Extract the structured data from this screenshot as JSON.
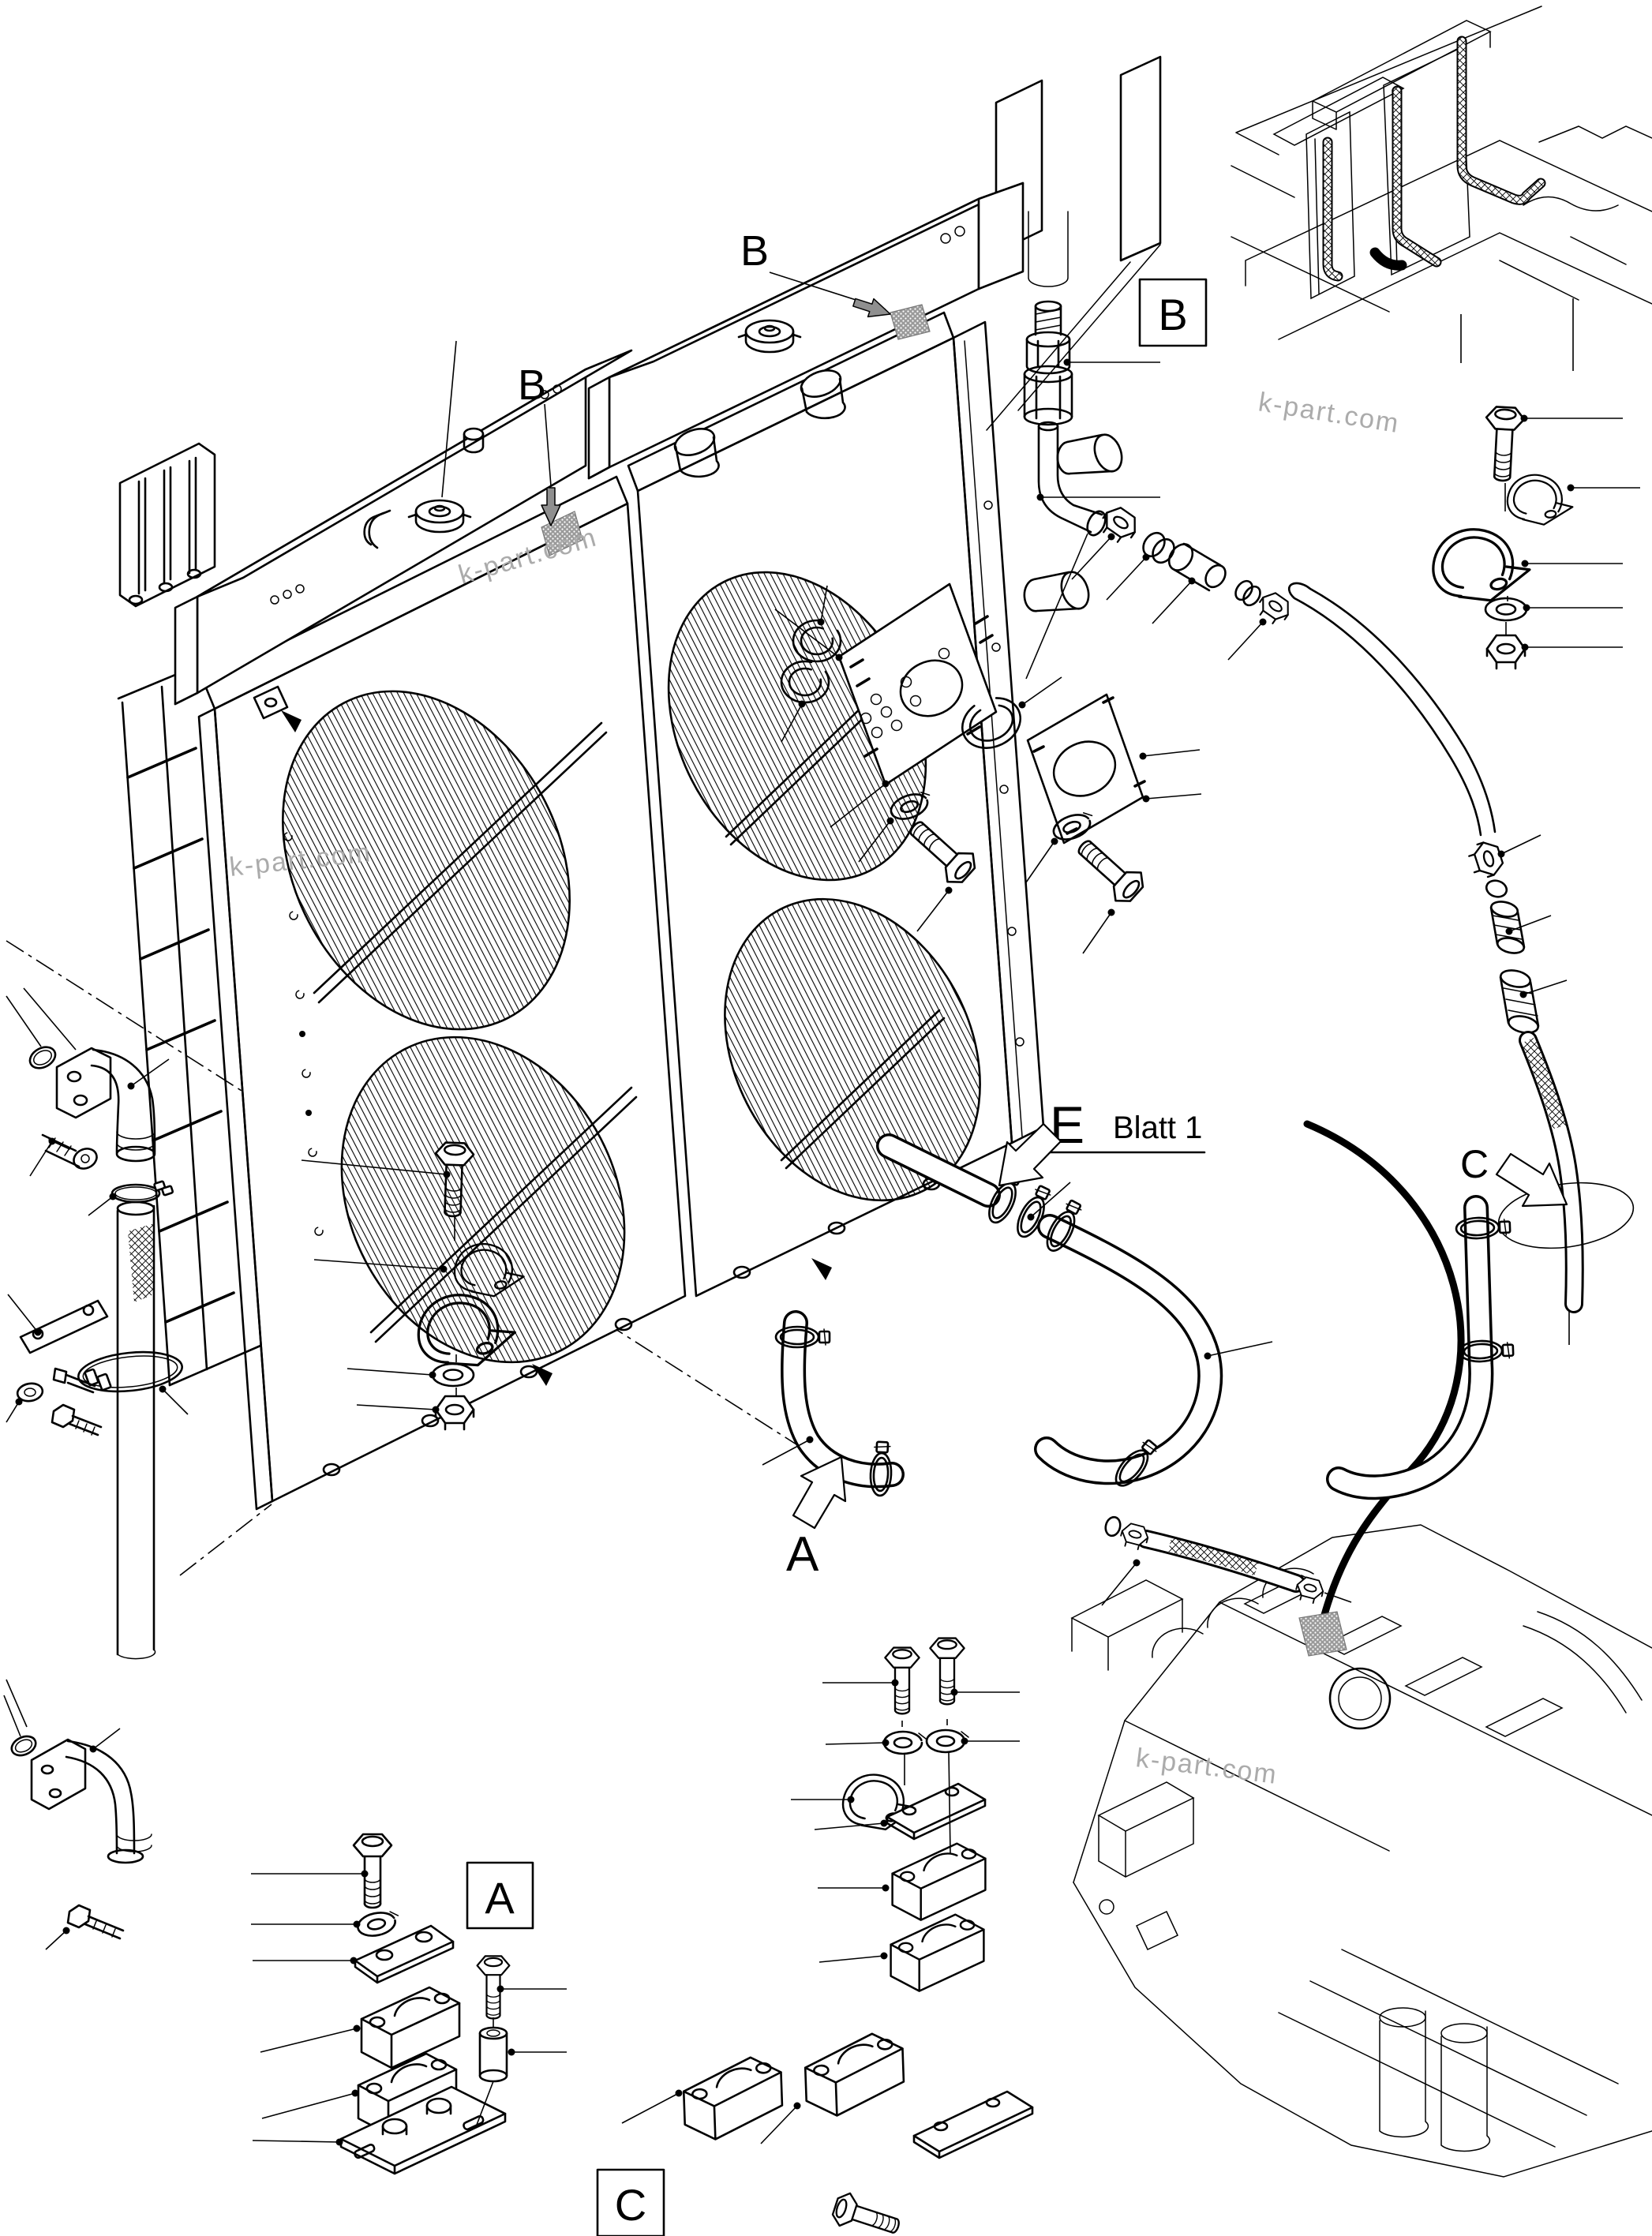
{
  "diagram": {
    "kind": "exploded-parts-line-drawing",
    "subject": "radiator, hoses, clamps and engine connection"
  },
  "labels": {
    "b_top": "B",
    "b_left": "B",
    "b_box": "B",
    "e_letter": "E",
    "e_sheet": "Blatt 1",
    "a_letter": "A",
    "a_box": "A",
    "c_letter": "C",
    "c_box": "C"
  },
  "watermark": {
    "text": "k-part.com"
  },
  "colors": {
    "line": "#000000",
    "background": "#ffffff",
    "watermark": "#ababab",
    "pointer_gray": "#8f8f8f"
  }
}
